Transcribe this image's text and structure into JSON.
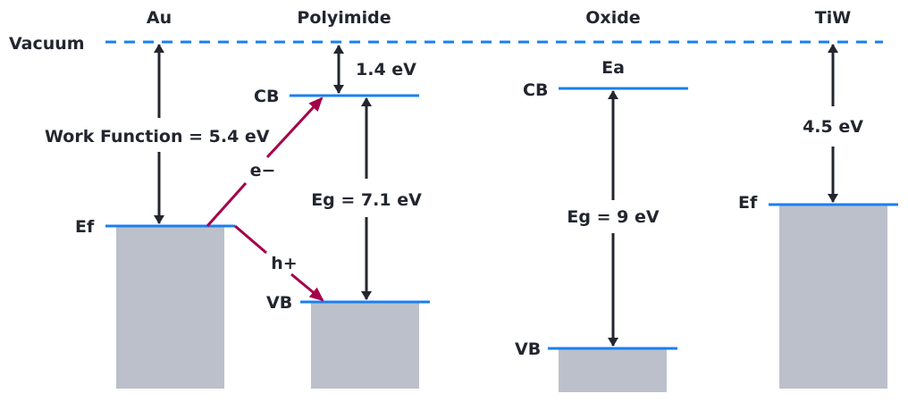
{
  "diagram": {
    "title": "Energy band diagram: Au / Polyimide / Oxide / TiW",
    "vacuum_label": "Vacuum",
    "colors": {
      "level_line": "#1a7ff0",
      "arrow": "#23262f",
      "carrier_arrow": "#a4004a",
      "band_fill": "#bcc0ca",
      "text": "#23262f"
    },
    "materials": [
      {
        "name": "Au",
        "type": "metal",
        "level_label": "Ef",
        "annotation": "Work Function = 5.4 eV",
        "work_function_eV": 5.4
      },
      {
        "name": "Polyimide",
        "type": "insulator",
        "cb_label": "CB",
        "vb_label": "VB",
        "electron_affinity_label": "1.4 eV",
        "electron_affinity_eV": 1.4,
        "gap_label": "Eg = 7.1 eV",
        "band_gap_eV": 7.1
      },
      {
        "name": "Oxide",
        "type": "insulator",
        "cb_label": "CB",
        "vb_label": "VB",
        "electron_affinity_label": "Ea",
        "gap_label": "Eg = 9 eV",
        "band_gap_eV": 9
      },
      {
        "name": "TiW",
        "type": "metal",
        "level_label": "Ef",
        "annotation": "4.5 eV",
        "work_function_eV": 4.5
      }
    ],
    "carriers": [
      {
        "label": "e−",
        "from": "Au Ef",
        "to": "Polyimide CB"
      },
      {
        "label": "h+",
        "from": "Au Ef",
        "to": "Polyimide VB"
      }
    ]
  }
}
